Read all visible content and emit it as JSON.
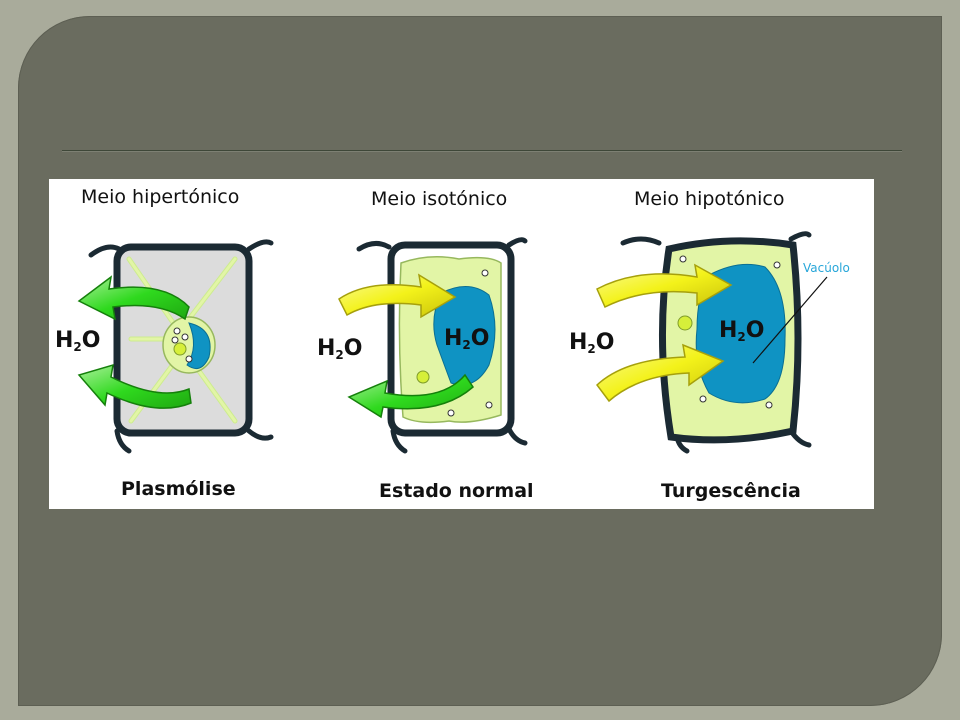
{
  "panels": [
    {
      "medium": "Meio hipertónico",
      "state": "Plasmólise",
      "water_label": "H",
      "water_sub": "2",
      "water_o": "O"
    },
    {
      "medium": "Meio isotónico",
      "state": "Estado normal",
      "water_label": "H",
      "water_sub": "2",
      "water_o": "O",
      "inner_label": "H",
      "inner_sub": "2",
      "inner_o": "O"
    },
    {
      "medium": "Meio hipotónico",
      "state": "Turgescência",
      "water_label": "H",
      "water_sub": "2",
      "water_o": "O",
      "inner_label": "H",
      "inner_sub": "2",
      "inner_o": "O",
      "vacuole_label": "Vacúolo"
    }
  ],
  "colors": {
    "cell_wall": "#1b2a33",
    "cytoplasm": "#e2f5a6",
    "vacuole": "#0f93c3",
    "arrow_out": "#2fd91e",
    "arrow_in": "#f3f21a",
    "plasmolysis_bg": "#dcdcdc",
    "vacuole_label": "#27a6d9"
  }
}
